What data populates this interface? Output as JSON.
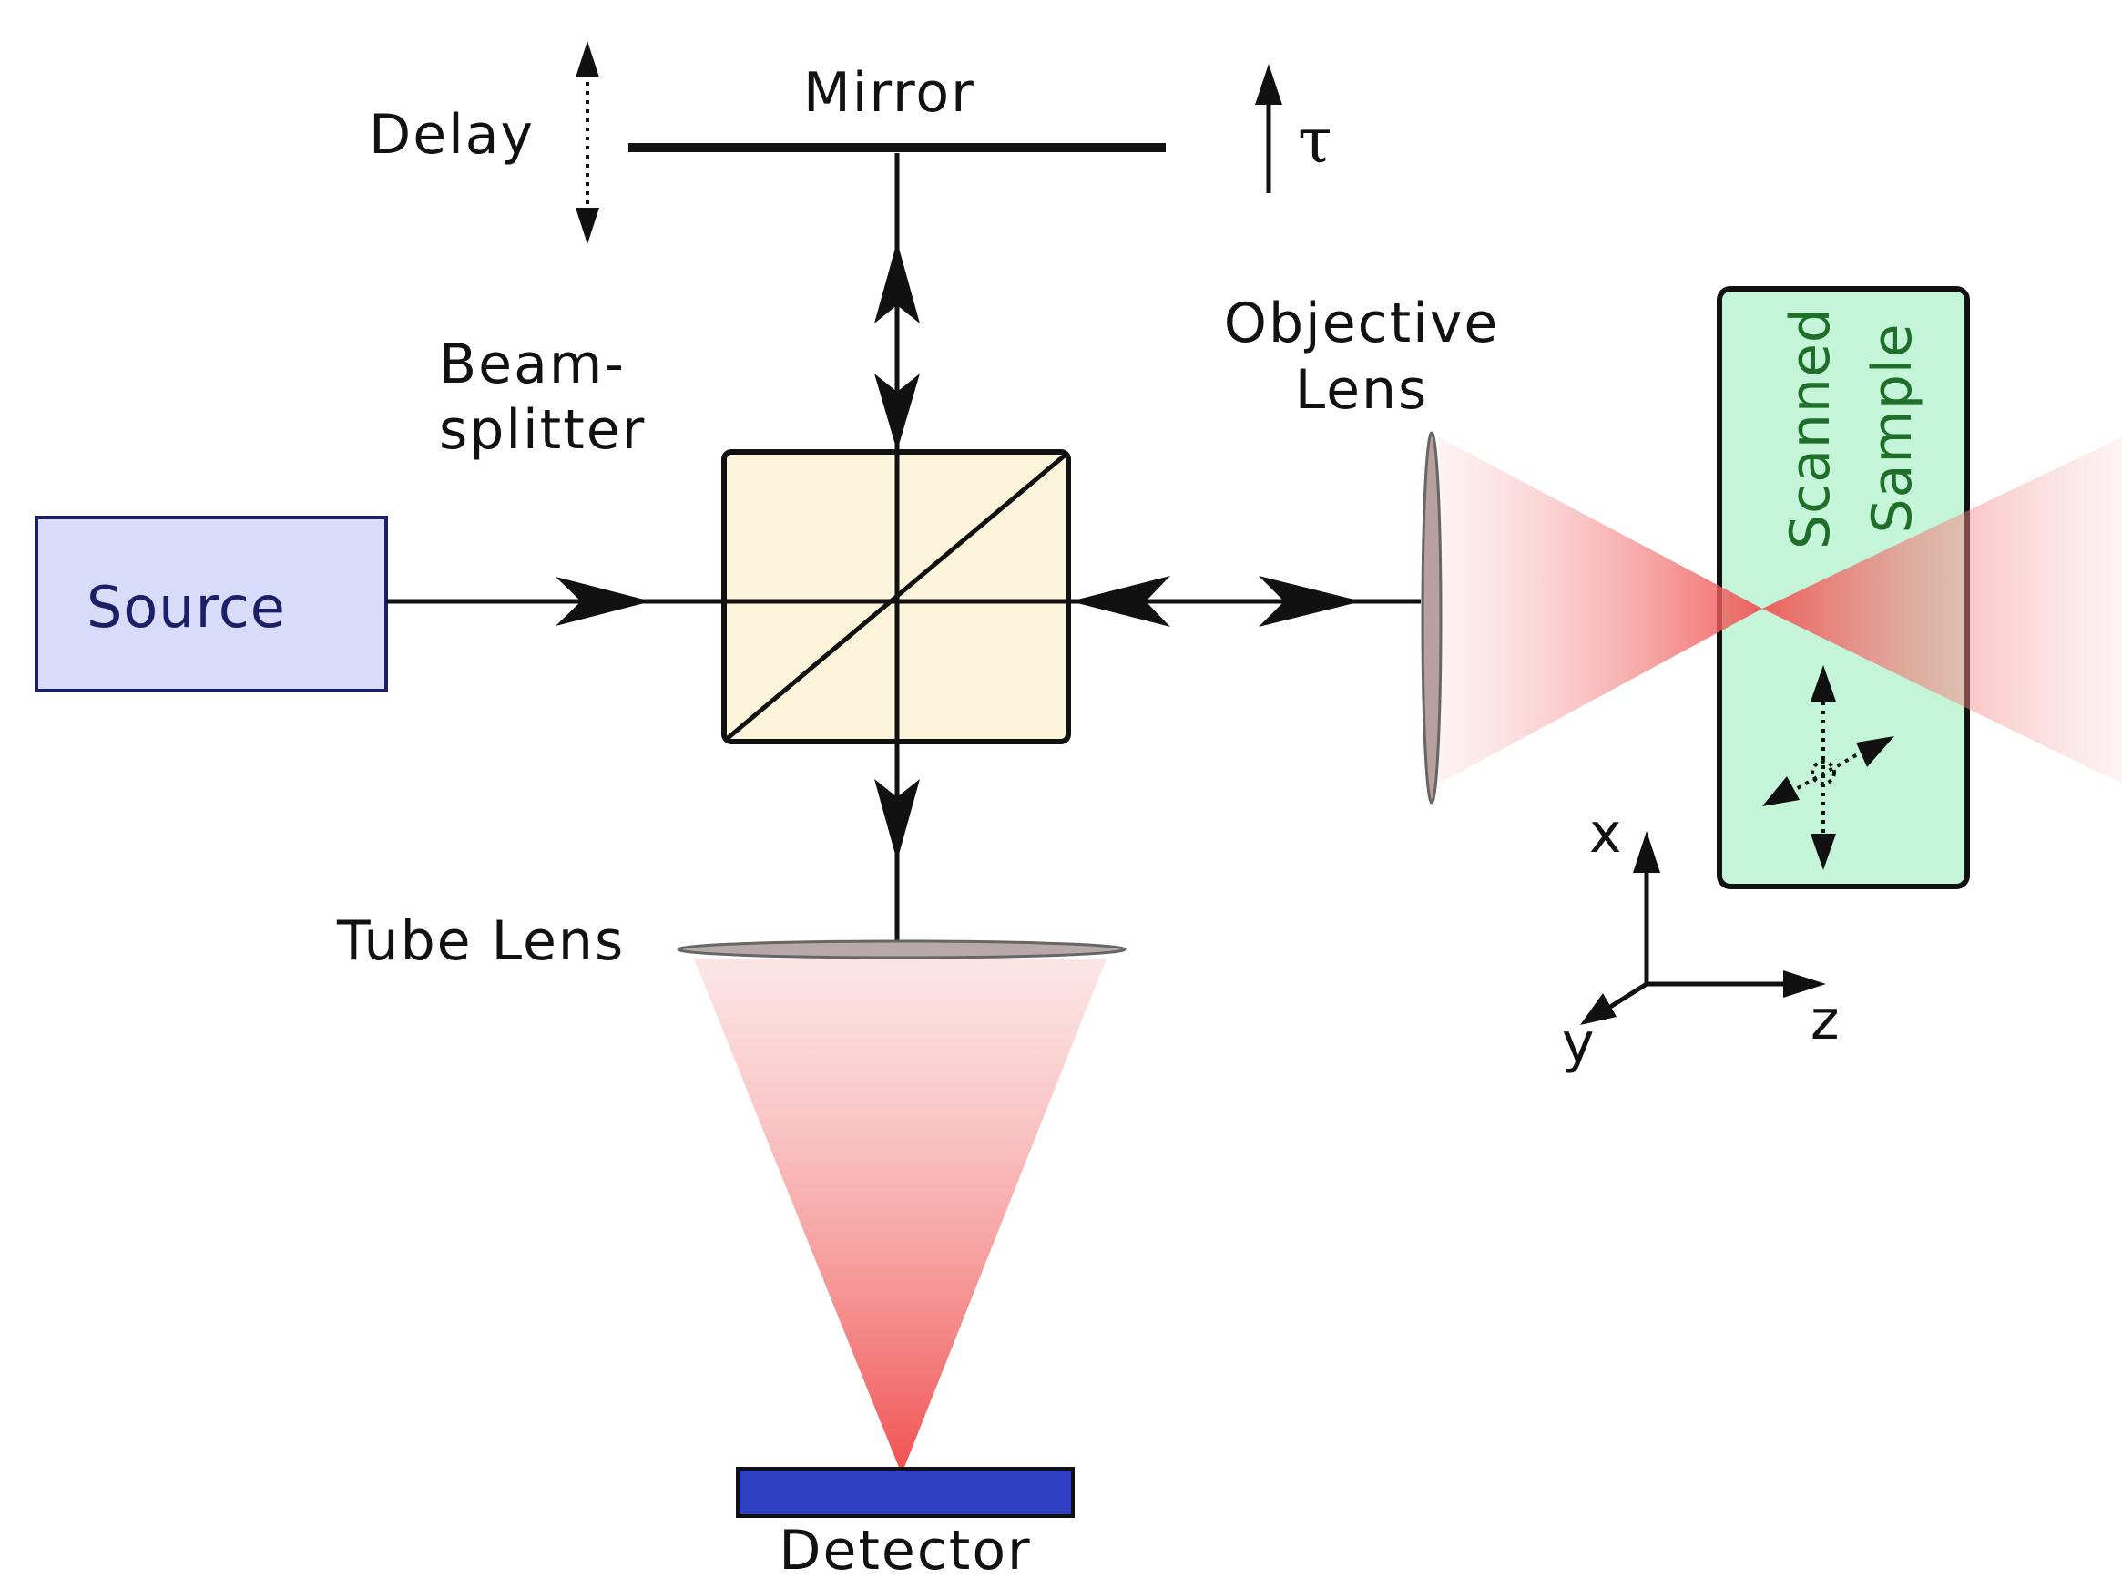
{
  "labels": {
    "delay": "Delay",
    "mirror": "Mirror",
    "tau": "τ",
    "beamsplitter_line1": "Beam-",
    "beamsplitter_line2": "splitter",
    "objective_line1": "Objective",
    "objective_line2": "Lens",
    "sample_line1": "Scanned",
    "sample_line2": "Sample",
    "source": "Source",
    "tube_lens": "Tube Lens",
    "detector": "Detector",
    "axis_x": "x",
    "axis_y": "y",
    "axis_z": "z"
  },
  "colors": {
    "source_fill": "#d9dcf8",
    "source_stroke": "#1b1f66",
    "beamsplitter_fill": "#fdf4dc",
    "sample_fill": "#c4f5d8",
    "sample_text": "#1f6f2a",
    "detector_fill": "#2f3fc4",
    "light_beam": "#f26a6a"
  }
}
